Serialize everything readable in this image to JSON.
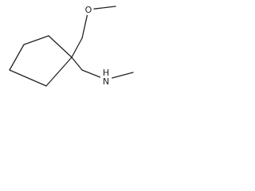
{
  "structure": {
    "atoms": {
      "ring_quaternary_carbon": {
        "element": "C",
        "label": ""
      },
      "ring_carbon_1": {
        "element": "C",
        "label": ""
      },
      "ring_carbon_2": {
        "element": "C",
        "label": ""
      },
      "ring_carbon_3": {
        "element": "C",
        "label": ""
      },
      "ring_carbon_4": {
        "element": "C",
        "label": ""
      },
      "methoxymethyl_ch2": {
        "element": "C",
        "label": ""
      },
      "ether_oxygen": {
        "element": "O",
        "label": "O"
      },
      "methoxy_methyl": {
        "element": "C",
        "label": ""
      },
      "aminomethyl_ch2": {
        "element": "C",
        "label": ""
      },
      "amine_nitrogen": {
        "element": "N",
        "label": "H"
      },
      "n_methyl": {
        "element": "C",
        "label": ""
      }
    },
    "amine_label": "N",
    "bonds": [
      [
        "ring_quaternary_carbon",
        "ring_carbon_1"
      ],
      [
        "ring_carbon_1",
        "ring_carbon_2"
      ],
      [
        "ring_carbon_2",
        "ring_carbon_3"
      ],
      [
        "ring_carbon_3",
        "ring_carbon_4"
      ],
      [
        "ring_carbon_4",
        "ring_quaternary_carbon"
      ],
      [
        "ring_quaternary_carbon",
        "methoxymethyl_ch2"
      ],
      [
        "methoxymethyl_ch2",
        "ether_oxygen"
      ],
      [
        "ether_oxygen",
        "methoxy_methyl"
      ],
      [
        "ring_quaternary_carbon",
        "aminomethyl_ch2"
      ],
      [
        "aminomethyl_ch2",
        "amine_nitrogen"
      ],
      [
        "amine_nitrogen",
        "n_methyl"
      ]
    ]
  }
}
